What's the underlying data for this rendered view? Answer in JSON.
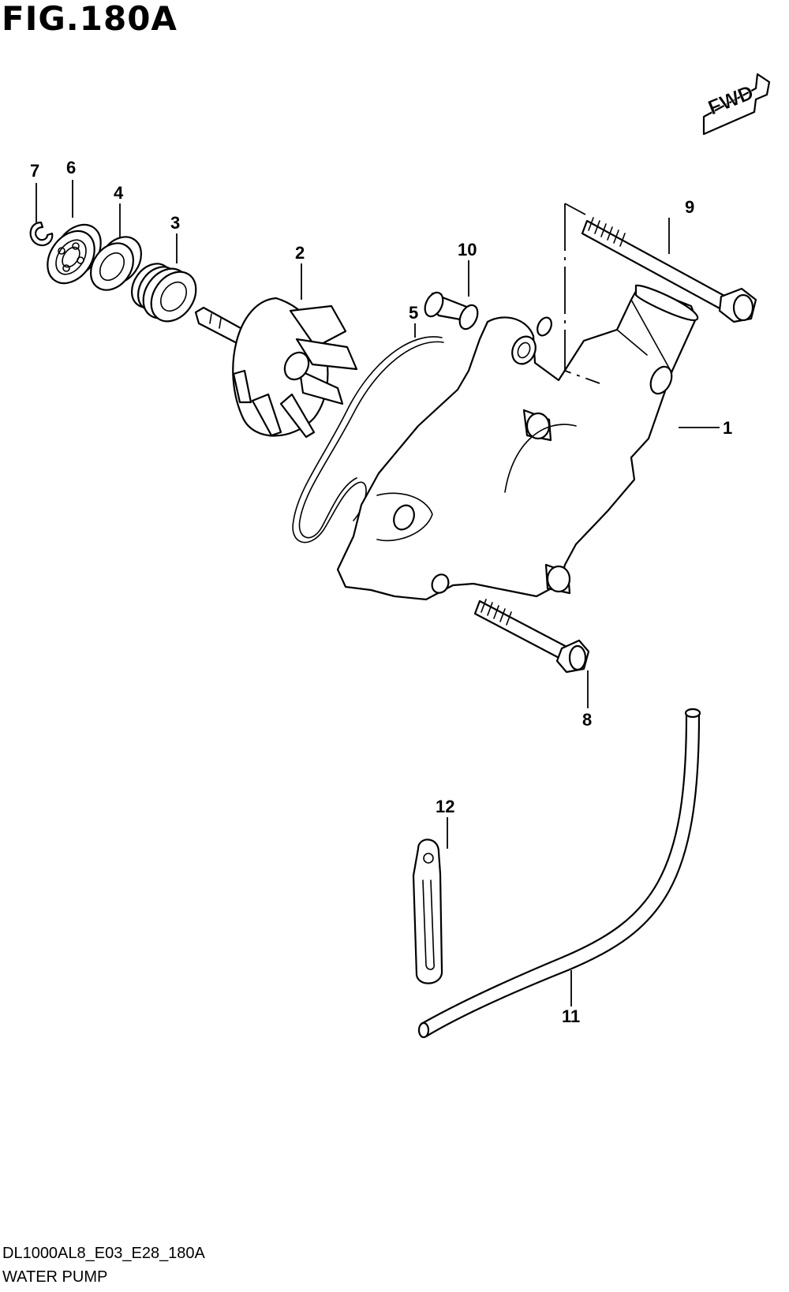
{
  "figure": {
    "title": "FIG.180A",
    "code": "DL1000AL8_E03_E28_180A",
    "name": "WATER PUMP",
    "direction_label": "FWD"
  },
  "callouts": [
    {
      "id": "1",
      "label": "1"
    },
    {
      "id": "2",
      "label": "2"
    },
    {
      "id": "3",
      "label": "3"
    },
    {
      "id": "4",
      "label": "4"
    },
    {
      "id": "5",
      "label": "5"
    },
    {
      "id": "6",
      "label": "6"
    },
    {
      "id": "7",
      "label": "7"
    },
    {
      "id": "8",
      "label": "8"
    },
    {
      "id": "9",
      "label": "9"
    },
    {
      "id": "10",
      "label": "10"
    },
    {
      "id": "11",
      "label": "11"
    },
    {
      "id": "12",
      "label": "12"
    }
  ]
}
